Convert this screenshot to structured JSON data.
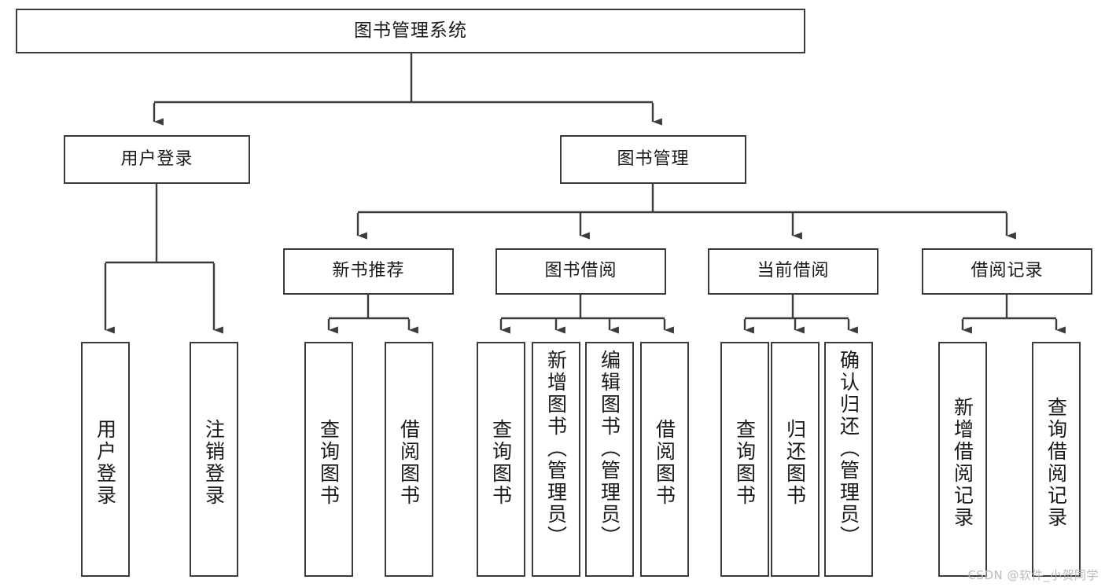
{
  "diagram": {
    "title": "图书管理系统",
    "type": "tree-hierarchy",
    "watermark": "CSDN @软件_小贺同学",
    "colors": {
      "stroke": "#3b3b3b",
      "fill": "#ffffff",
      "text": "#1a1a1a",
      "watermark": "#b9b9b9"
    }
  },
  "nodes": {
    "root": {
      "label": "图书管理系统"
    },
    "level1": [
      {
        "id": "user-login",
        "label": "用户登录"
      },
      {
        "id": "book-manage",
        "label": "图书管理"
      }
    ],
    "level2": [
      {
        "id": "new-book-rec",
        "label": "新书推荐"
      },
      {
        "id": "book-borrow",
        "label": "图书借阅"
      },
      {
        "id": "current-borrow",
        "label": "当前借阅"
      },
      {
        "id": "borrow-record",
        "label": "借阅记录"
      }
    ],
    "leaves": {
      "user-login": [
        {
          "id": "leaf-user-login",
          "label": "用户登录"
        },
        {
          "id": "leaf-logout-login",
          "label": "注销登录"
        }
      ],
      "new-book-rec": [
        {
          "id": "leaf-query-book-1",
          "label": "查询图书"
        },
        {
          "id": "leaf-borrow-book-1",
          "label": "借阅图书"
        }
      ],
      "book-borrow": [
        {
          "id": "leaf-query-book-2",
          "label": "查询图书"
        },
        {
          "id": "leaf-add-book",
          "label": "新增图书（管理员）"
        },
        {
          "id": "leaf-edit-book",
          "label": "编辑图书（管理员）"
        },
        {
          "id": "leaf-borrow-book-2",
          "label": "借阅图书"
        }
      ],
      "current-borrow": [
        {
          "id": "leaf-query-book-3",
          "label": "查询图书"
        },
        {
          "id": "leaf-return-book",
          "label": "归还图书"
        },
        {
          "id": "leaf-confirm-return",
          "label": "确认归还（管理员）"
        }
      ],
      "borrow-record": [
        {
          "id": "leaf-add-record",
          "label": "新增借阅记录"
        },
        {
          "id": "leaf-query-record",
          "label": "查询借阅记录"
        }
      ]
    }
  }
}
